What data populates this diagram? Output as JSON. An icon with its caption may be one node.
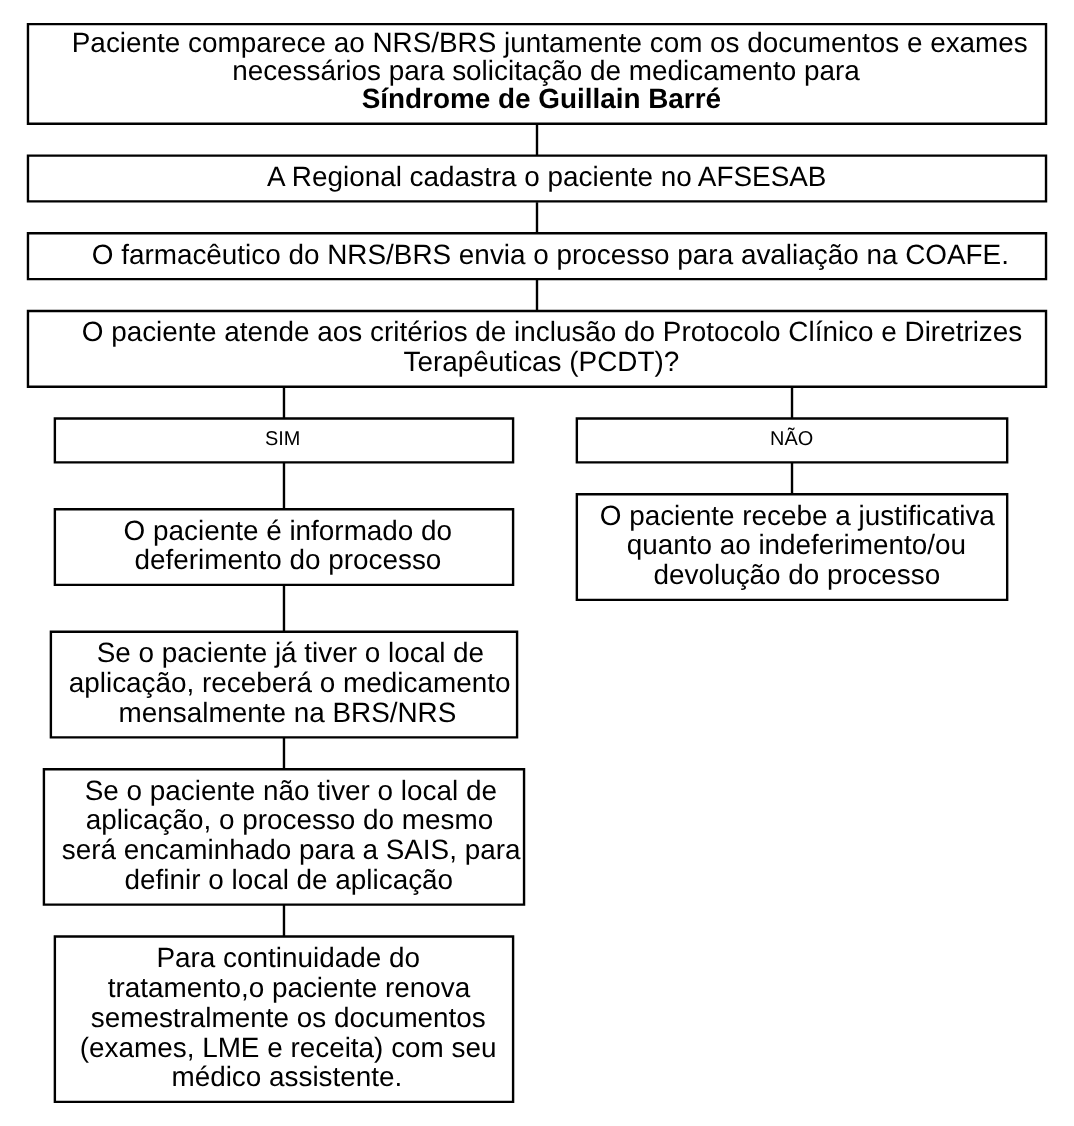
{
  "diagram": {
    "nodes": [
      {
        "text": [
          "Paciente comparece ao NRS/BRS juntamente com os documentos e exames necessários para solicitação de medicamento para **Síndrome de Guillain Barré**"
        ]
      },
      {
        "text": [
          "A Regional cadastra o paciente no AFSESAB"
        ]
      },
      {
        "text": [
          "O farmacêutico do NRS/BRS envia o processo para avaliação na COAFE."
        ]
      },
      {
        "text": [
          "O paciente atende aos critérios de inclusão do Protocolo Clínico e Diretrizes Terapêuticas (PCDT)?"
        ]
      },
      {
        "text": [
          "SIM"
        ]
      },
      {
        "text": [
          "NÃO"
        ]
      },
      {
        "text": [
          "O paciente é informado do deferimento do processo"
        ]
      },
      {
        "text": [
          "O paciente recebe a justificativa quanto ao indeferimento/ou devolução do processo"
        ]
      },
      {
        "text": [
          "Se o paciente já tiver o local de aplicação, receberá o medicamento mensalmente na BRS/NRS"
        ]
      },
      {
        "text": [
          "Se o paciente não tiver o local de aplicação, o processo do mesmo será encaminhado para a SAIS, para definir o local de aplicação"
        ]
      },
      {
        "text": [
          "Para continuidade do tratamento,o paciente renova semestralmente os documentos (exames, LME e receita) com seu médico assistente."
        ]
      }
    ],
    "edges": [
      {
        "from": 0,
        "to": 1,
        "arrow": "none"
      },
      {
        "from": 1,
        "to": 2,
        "arrow": "none"
      },
      {
        "from": 2,
        "to": 3,
        "arrow": "none"
      },
      {
        "from": 3,
        "to": 4,
        "arrow": "none"
      },
      {
        "from": 3,
        "to": 5,
        "arrow": "none"
      },
      {
        "from": 4,
        "to": 6,
        "arrow": "none"
      },
      {
        "from": 5,
        "to": 7,
        "arrow": "none"
      },
      {
        "from": 6,
        "to": 8,
        "arrow": "none"
      },
      {
        "from": 8,
        "to": 9,
        "arrow": "none"
      },
      {
        "from": 9,
        "to": 10,
        "arrow": "none"
      }
    ]
  }
}
